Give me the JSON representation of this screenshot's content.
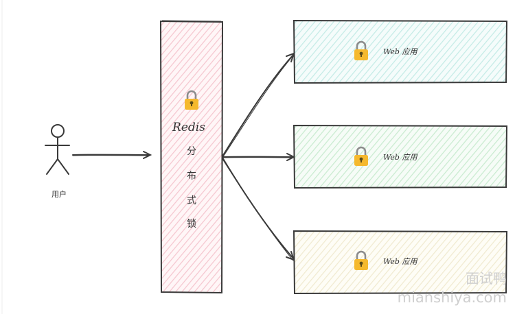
{
  "user": {
    "label": "用户"
  },
  "lock_box": {
    "title": "Redis",
    "chars": [
      "分",
      "布",
      "式",
      "锁"
    ],
    "fill": "#fde2e6"
  },
  "apps": [
    {
      "label": "Web 应用",
      "fill": "#dff3f1"
    },
    {
      "label": "Web 应用",
      "fill": "#e3f5e6"
    },
    {
      "label": "Web 应用",
      "fill": "#fbf7e3"
    }
  ],
  "colors": {
    "stroke": "#3a3a3a",
    "lock_body": "#f5b92e",
    "lock_keyhole": "#5a4a1a"
  },
  "icons": [
    "person-icon",
    "lock-icon"
  ],
  "watermark": {
    "brand": "面试鸭",
    "url": "mianshiya.com"
  }
}
